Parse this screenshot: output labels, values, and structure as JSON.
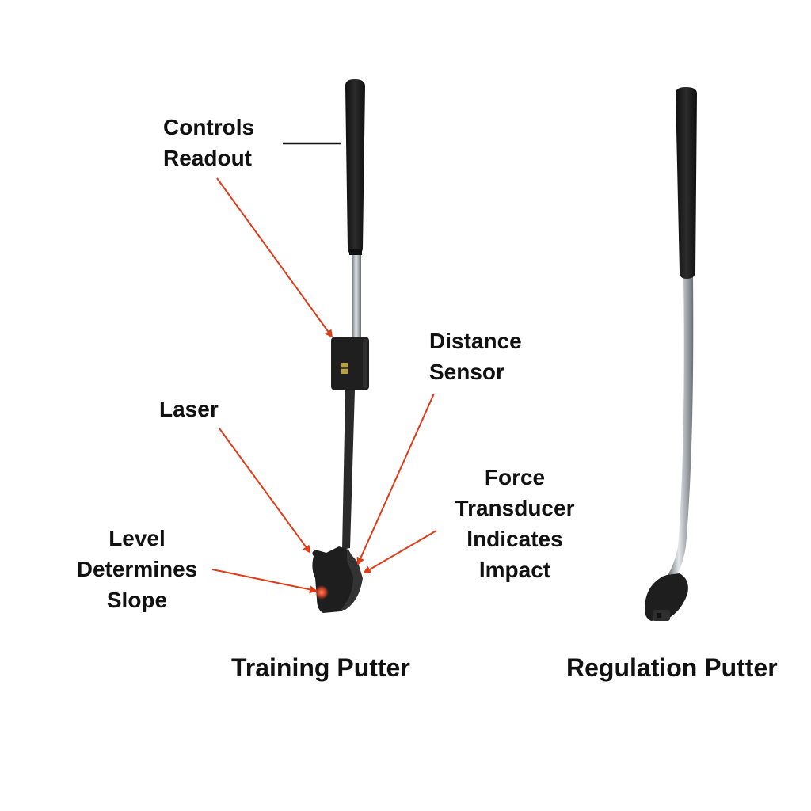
{
  "labels": {
    "controls_readout": [
      "Controls",
      "Readout"
    ],
    "distance_sensor": [
      "Distance",
      "Sensor"
    ],
    "laser": [
      "Laser"
    ],
    "force_transducer": [
      "Force",
      "Transducer",
      "Indicates",
      "Impact"
    ],
    "level": [
      "Level",
      "Determines",
      "Slope"
    ]
  },
  "captions": {
    "training": "Training Putter",
    "regulation": "Regulation Putter"
  },
  "colors": {
    "arrow": "#e03a16",
    "grip": "#1b1b1b",
    "shaft": "#9aa0a6",
    "head": "#222222",
    "text": "#111111",
    "laser_dot": "#ff5a3c"
  }
}
